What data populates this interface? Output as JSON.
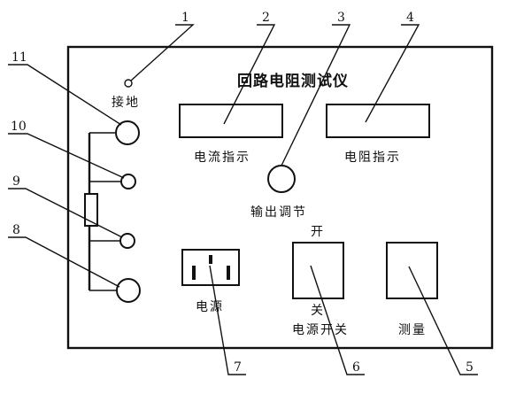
{
  "panel": {
    "title": "回路电阻测试仪",
    "ground_label": "接地",
    "current_label": "电流指示",
    "resistance_label": "电阻指示",
    "output_label": "输出调节",
    "power_label": "电源",
    "switch_on_label": "开",
    "switch_off_label": "关",
    "power_switch_label": "电源开关",
    "measure_label": "测量"
  },
  "callouts": [
    "1",
    "2",
    "3",
    "4",
    "5",
    "6",
    "7",
    "8",
    "9",
    "10",
    "11"
  ]
}
